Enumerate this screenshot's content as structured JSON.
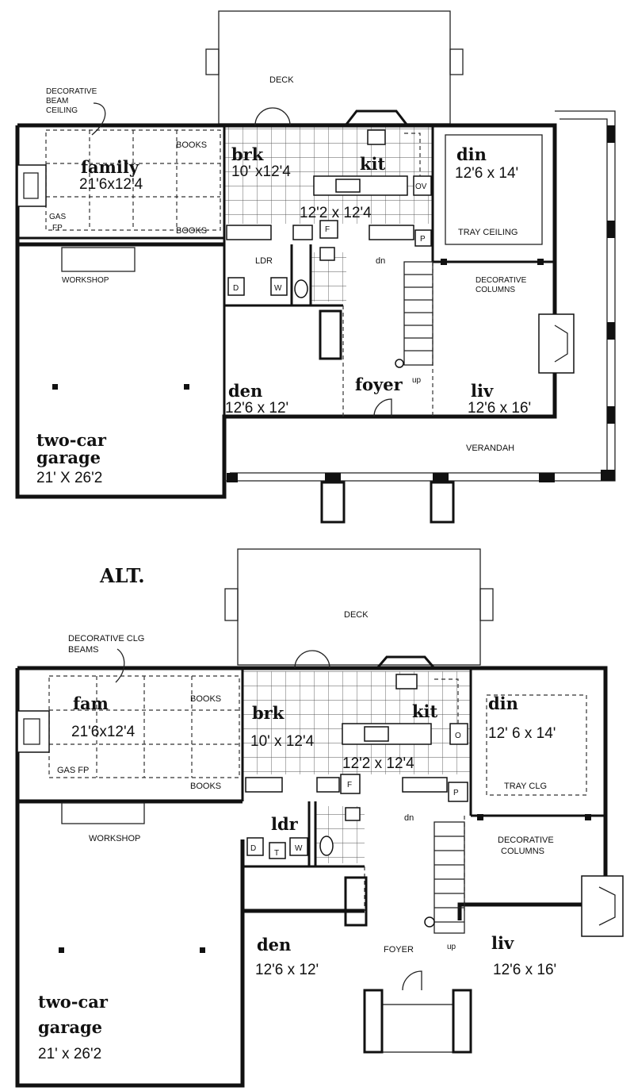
{
  "plan1": {
    "deck": "DECK",
    "decorative_beam": [
      "DECORATIVE",
      "BEAM",
      "CEILING"
    ],
    "family": {
      "name": "family",
      "dim": "21'6x12'4"
    },
    "brk": {
      "name": "brk",
      "dim": "10' x12'4"
    },
    "kit": {
      "name": "kit",
      "dim": "12'2 x 12'4"
    },
    "din": {
      "name": "din",
      "dim": "12'6 x 14'"
    },
    "tray": "TRAY CEILING",
    "books_top": "BOOKS",
    "books_bottom": "BOOKS",
    "gas": [
      "GAS",
      "FP"
    ],
    "ov": "OV",
    "f": "F",
    "p": "P",
    "ldr": "LDR",
    "d": "D",
    "w": "W",
    "dn": "dn",
    "up": "up",
    "workshop": "WORKSHOP",
    "decorative_columns": [
      "DECORATIVE",
      "COLUMNS"
    ],
    "den": {
      "name": "den",
      "dim": "12'6 x 12'"
    },
    "foyer": "foyer",
    "liv": {
      "name": "liv",
      "dim": "12'6 x 16'"
    },
    "verandah": "VERANDAH",
    "garage": {
      "name1": "two-car",
      "name2": "garage",
      "dim": "21' X 26'2"
    }
  },
  "alt_label": "ALT.",
  "plan2": {
    "deck": "DECK",
    "decorative_clg": [
      "DECORATIVE CLG",
      "BEAMS"
    ],
    "fam": {
      "name": "fam",
      "dim": "21'6x12'4"
    },
    "brk": {
      "name": "brk",
      "dim": "10' x 12'4"
    },
    "kit": {
      "name": "kit",
      "dim": "12'2 x 12'4"
    },
    "din": {
      "name": "din",
      "dim": "12' 6 x 14'"
    },
    "tray": "TRAY CLG",
    "books_top": "BOOKS",
    "books_bottom": "BOOKS",
    "gas": "GAS FP",
    "o": "O",
    "f": "F",
    "p": "P",
    "ldr": "ldr",
    "d": "D",
    "t": "T",
    "w": "W",
    "dn": "dn",
    "up": "up",
    "workshop": "WORKSHOP",
    "decorative_columns": [
      "DECORATIVE",
      "COLUMNS"
    ],
    "den": {
      "name": "den",
      "dim": "12'6 x 12'"
    },
    "foyer": "FOYER",
    "liv": {
      "name": "liv",
      "dim": "12'6 x 16'"
    },
    "garage": {
      "name1": "two-car",
      "name2": "garage",
      "dim": "21' x 26'2"
    }
  }
}
